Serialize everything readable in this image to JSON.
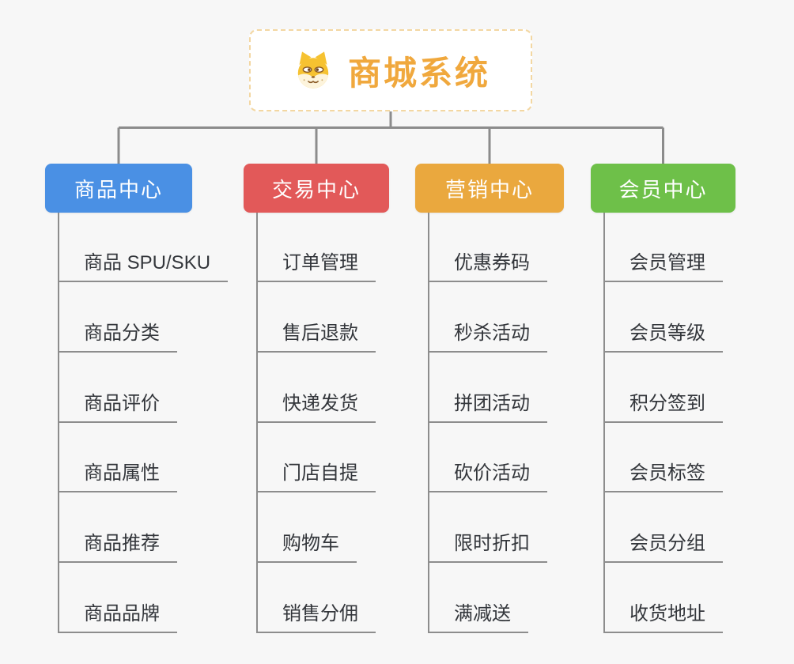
{
  "background_color": "#f7f7f7",
  "connector_color": "#8c8c8c",
  "root": {
    "title": "商城系统",
    "icon": "dog-face-icon",
    "title_color": "#f0a83d",
    "border_color": "#f3d7a2"
  },
  "branches": [
    {
      "label": "商品中心",
      "color": "#4a90e4",
      "children": [
        "商品 SPU/SKU",
        "商品分类",
        "商品评价",
        "商品属性",
        "商品推荐",
        "商品品牌"
      ]
    },
    {
      "label": "交易中心",
      "color": "#e25959",
      "children": [
        "订单管理",
        "售后退款",
        "快递发货",
        "门店自提",
        "购物车",
        "销售分佣"
      ]
    },
    {
      "label": "营销中心",
      "color": "#eaa83e",
      "children": [
        "优惠券码",
        "秒杀活动",
        "拼团活动",
        "砍价活动",
        "限时折扣",
        "满减送"
      ]
    },
    {
      "label": "会员中心",
      "color": "#6ec049",
      "children": [
        "会员管理",
        "会员等级",
        "积分签到",
        "会员标签",
        "会员分组",
        "收货地址"
      ]
    }
  ]
}
